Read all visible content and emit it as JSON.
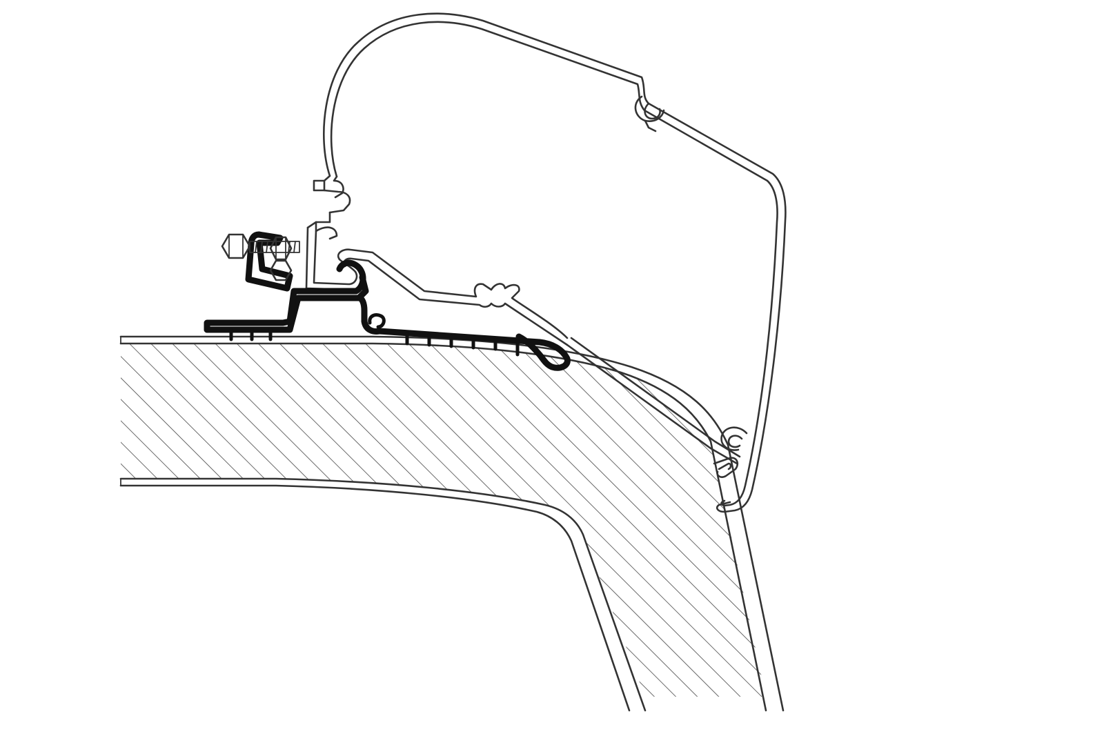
{
  "diagram": {
    "colors": {
      "line": "#333333",
      "bracket": "#111111",
      "hatch": "#444444",
      "background": "#ffffff"
    },
    "parts": [
      "awning-case-profile",
      "adapter-rail",
      "roof-mount-bracket",
      "bolt-and-nut",
      "vehicle-roof-section"
    ]
  }
}
